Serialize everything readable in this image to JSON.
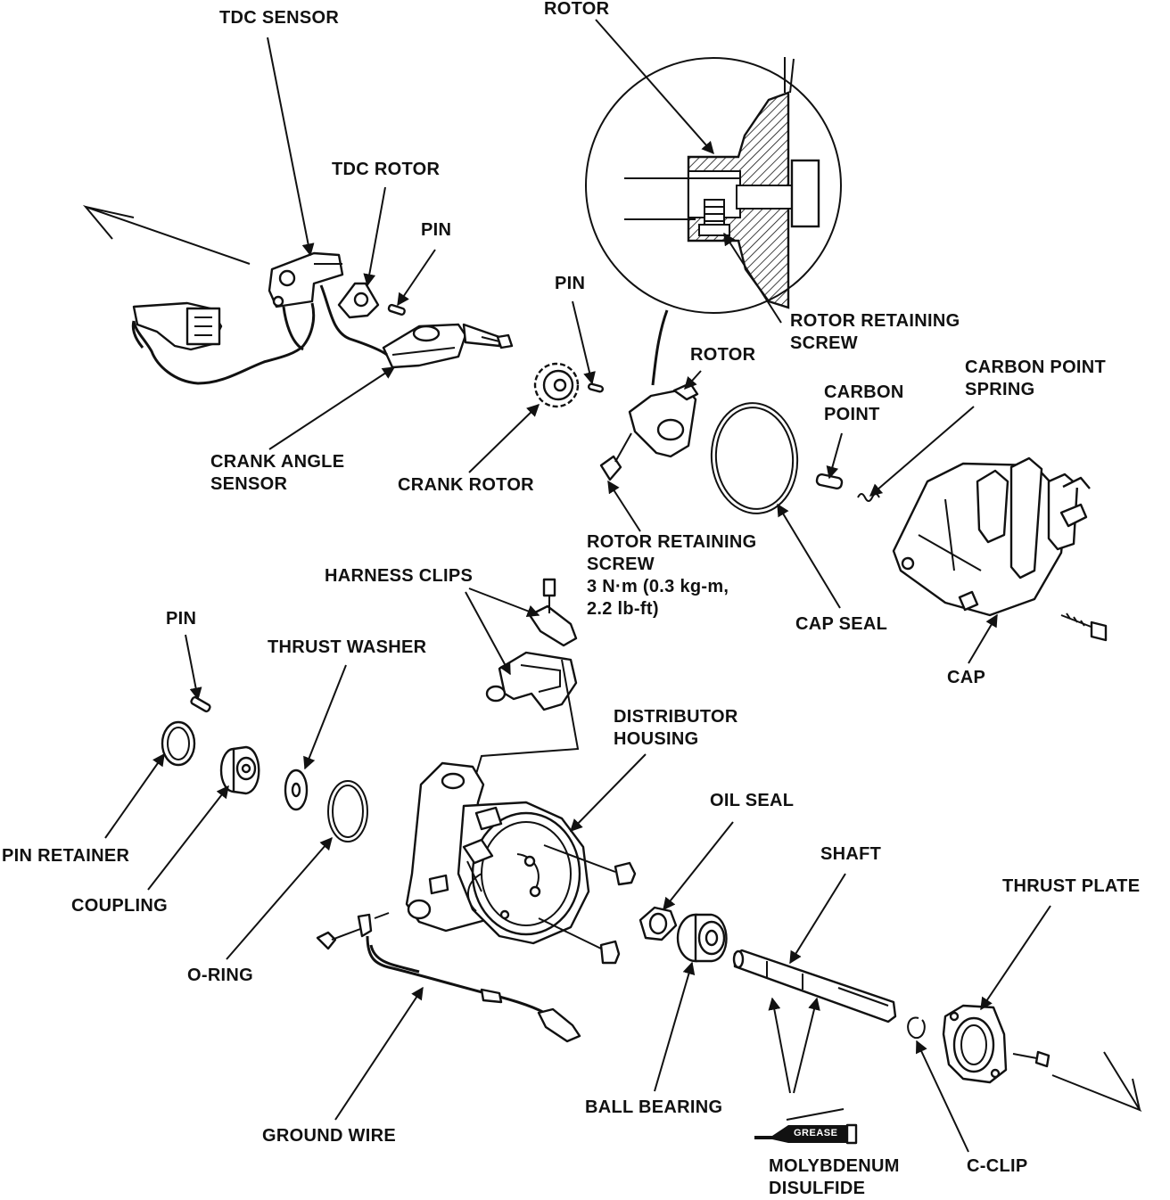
{
  "labels": {
    "tdc_sensor": "TDC SENSOR",
    "rotor_top": "ROTOR",
    "tdc_rotor": "TDC ROTOR",
    "pin_top": "PIN",
    "pin_mid": "PIN",
    "rotor_retaining_screw_detail": "ROTOR RETAINING\nSCREW",
    "rotor": "ROTOR",
    "carbon_point_spring": "CARBON POINT\nSPRING",
    "carbon_point": "CARBON\nPOINT",
    "crank_angle_sensor": "CRANK ANGLE\nSENSOR",
    "crank_rotor": "CRANK ROTOR",
    "rotor_retaining_screw": "ROTOR RETAINING\nSCREW\n3 N·m (0.3 kg-m,\n2.2 lb-ft)",
    "harness_clips": "HARNESS CLIPS",
    "pin_left": "PIN",
    "thrust_washer": "THRUST WASHER",
    "cap_seal": "CAP SEAL",
    "cap": "CAP",
    "distributor_housing": "DISTRIBUTOR\nHOUSING",
    "oil_seal": "OIL SEAL",
    "shaft": "SHAFT",
    "thrust_plate": "THRUST PLATE",
    "pin_retainer": "PIN RETAINER",
    "coupling": "COUPLING",
    "o_ring": "O-RING",
    "ground_wire": "GROUND WIRE",
    "ball_bearing": "BALL BEARING",
    "molybdenum_disulfide": "MOLYBDENUM\nDISULFIDE",
    "c_clip": "C-CLIP",
    "grease_tube": "GREASE"
  },
  "colors": {
    "ink": "#111111",
    "paper": "#ffffff"
  }
}
